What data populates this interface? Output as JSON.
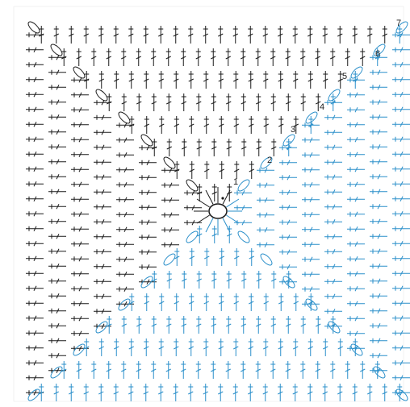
{
  "diagram": {
    "colors": {
      "dark": "#1a1a1a",
      "blue": "#2a8fca",
      "background": "#ffffff"
    },
    "row_labels": [
      "1",
      "2",
      "3",
      "4",
      "5",
      "6",
      "7"
    ]
  }
}
